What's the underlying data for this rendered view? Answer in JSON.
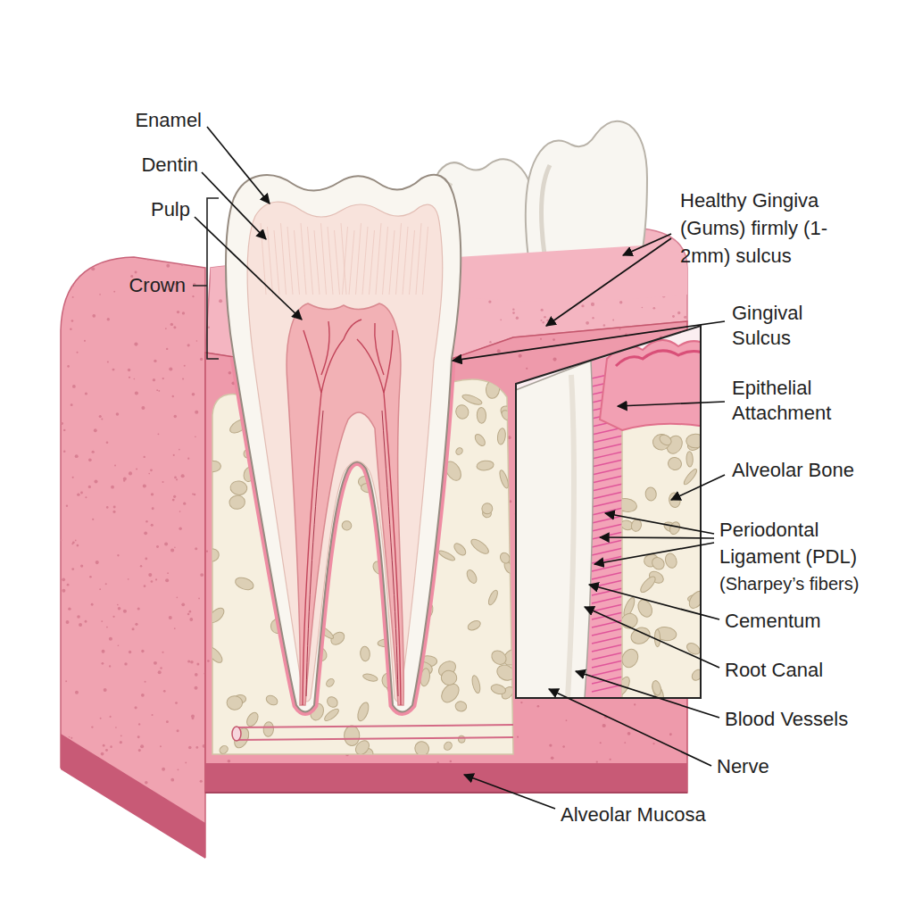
{
  "diagram": {
    "labels": [
      "Enamel",
      "Dentin",
      "Pulp",
      "Crown",
      "Healthy Gingiva (Gums) firmly (1-2mm) sulcus",
      "Gingival Sulcus",
      "Epithelial Attachment",
      "Alveolar Bone",
      "Periodontal Ligament (PDL)",
      "(Sharpey’s fibers)",
      "Cementum",
      "Root Canal",
      "Blood Vessels",
      "Nerve",
      "Alveolar Mucosa"
    ]
  }
}
